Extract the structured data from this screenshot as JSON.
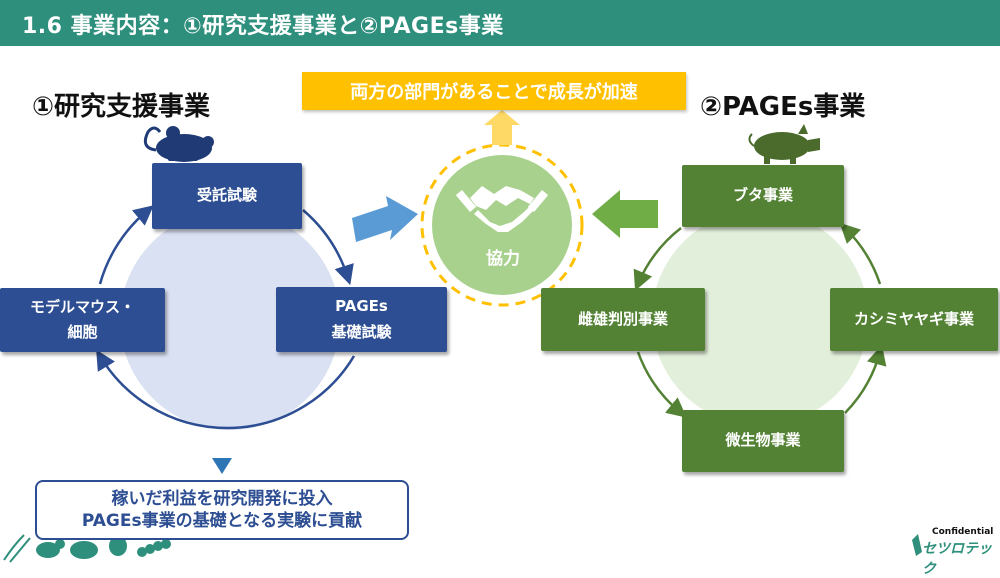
{
  "header": {
    "title": "1.6 事業内容：①研究支援事業と②PAGEs事業"
  },
  "banner": {
    "text": "両方の部門があることで成長が加速"
  },
  "left_section": {
    "title": "①研究支援事業",
    "boxes": {
      "top": [
        "受託試験"
      ],
      "left": [
        "モデルマウス・",
        "細胞"
      ],
      "right": [
        "PAGEs",
        "基礎試験"
      ]
    },
    "note": [
      "稼いだ利益を研究開発に投入",
      "PAGEs事業の基礎となる実験に貢献"
    ]
  },
  "center": {
    "label": "協力",
    "icon": "handshake-icon"
  },
  "right_section": {
    "title": "②PAGEs事業",
    "boxes": {
      "top": [
        "ブタ事業"
      ],
      "left": [
        "雌雄判別事業"
      ],
      "right": [
        "カシミヤヤギ事業"
      ],
      "bottom": [
        "微生物事業"
      ]
    }
  },
  "footer": {
    "confidential": "Confidential",
    "logo": "セツロテック"
  },
  "colors": {
    "header": "#2e8f7d",
    "blue_box": "#2d4e92",
    "green_box": "#548235",
    "banner": "#ffc000",
    "center_circle": "#a9d18e",
    "left_bg_circle": "#d9e1f2",
    "right_bg_circle": "#e2efda"
  }
}
